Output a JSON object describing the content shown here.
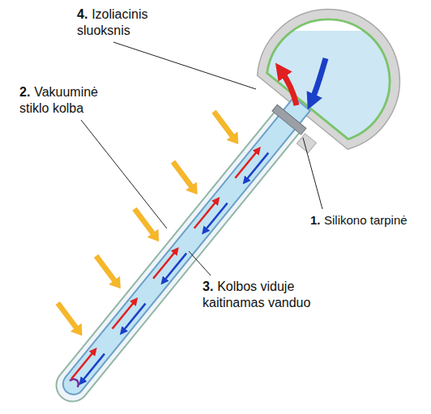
{
  "diagram": {
    "labels": [
      "4.",
      "Izoliacinis sluoksnis",
      "2.",
      "Vakuuminė stiklo kolba",
      "1.",
      "Silikono tarpinė",
      "3.",
      "Kolbos viduje kaitinamas vanduo"
    ]
  }
}
